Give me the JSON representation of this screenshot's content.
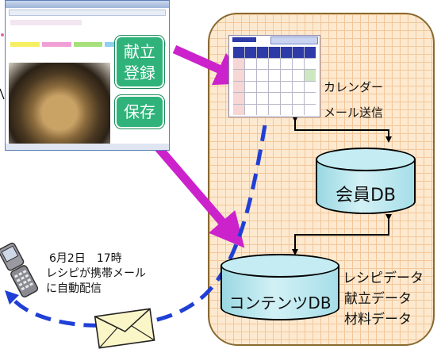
{
  "buttons": {
    "menu_register": "献立\n登録",
    "save": "保存"
  },
  "calendar": {
    "caption": "カレンダー\nメール送信"
  },
  "databases": {
    "members": "会員DB",
    "contents": "コンテンツDB"
  },
  "contents_items": [
    "レシピデータ",
    "献立データ",
    "材料データ"
  ],
  "notification": {
    "line1": "6月2日　17時",
    "line2": "レシピが携帯メール",
    "line3": "に自動配信"
  },
  "colors": {
    "arrow": "#cc22cc",
    "dashed_path": "#1f3fd6",
    "button": "#2fb37a",
    "db_fill": "#c4ecf2"
  },
  "icons": [
    "phone-icon",
    "envelope-icon"
  ]
}
